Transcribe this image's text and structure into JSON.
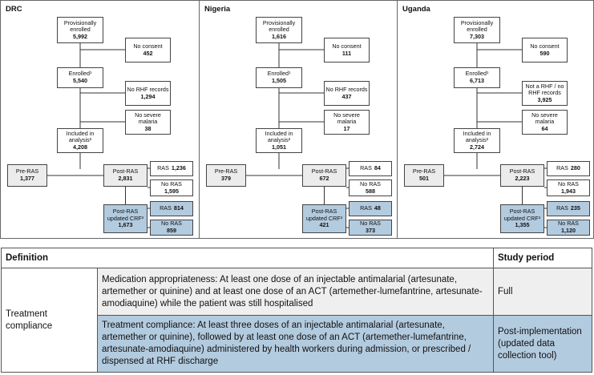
{
  "countries": [
    {
      "name": "DRC",
      "provisionally_enrolled": {
        "label": "Provisionally enrolled",
        "value": "5,992"
      },
      "no_consent": {
        "label": "No consent",
        "value": "452"
      },
      "enrolled": {
        "label": "Enrolled¹",
        "value": "5,540"
      },
      "no_rhf": {
        "label": "No RHF records",
        "value": "1,294"
      },
      "no_severe": {
        "label": "No severe malaria",
        "value": "38"
      },
      "included": {
        "label": "Included in analysis²",
        "value": "4,208"
      },
      "pre_ras": {
        "label": "Pre-RAS",
        "value": "1,377"
      },
      "post_ras": {
        "label": "Post-RAS",
        "value": "2,831"
      },
      "ras": {
        "label": "RAS",
        "value": "1,236"
      },
      "no_ras": {
        "label": "No RAS",
        "value": "1,595"
      },
      "updated": {
        "label": "Post-RAS updated CRF³",
        "value": "1,673"
      },
      "upd_ras": {
        "label": "RAS",
        "value": "814"
      },
      "upd_no_ras": {
        "label": "No RAS",
        "value": "859"
      }
    },
    {
      "name": "Nigeria",
      "provisionally_enrolled": {
        "label": "Provisionally enrolled",
        "value": "1,616"
      },
      "no_consent": {
        "label": "No consent",
        "value": "111"
      },
      "enrolled": {
        "label": "Enrolled¹",
        "value": "1,505"
      },
      "no_rhf": {
        "label": "No RHF records",
        "value": "437"
      },
      "no_severe": {
        "label": "No severe malaria",
        "value": "17"
      },
      "included": {
        "label": "Included in analysis²",
        "value": "1,051"
      },
      "pre_ras": {
        "label": "Pre-RAS",
        "value": "379"
      },
      "post_ras": {
        "label": "Post-RAS",
        "value": "672"
      },
      "ras": {
        "label": "RAS",
        "value": "84"
      },
      "no_ras": {
        "label": "No RAS",
        "value": "588"
      },
      "updated": {
        "label": "Post-RAS updated CRF³",
        "value": "421"
      },
      "upd_ras": {
        "label": "RAS",
        "value": "48"
      },
      "upd_no_ras": {
        "label": "No RAS",
        "value": "373"
      }
    },
    {
      "name": "Uganda",
      "provisionally_enrolled": {
        "label": "Provisionally enrolled",
        "value": "7,303"
      },
      "no_consent": {
        "label": "No consent",
        "value": "590"
      },
      "enrolled": {
        "label": "Enrolled¹",
        "value": "6,713"
      },
      "no_rhf": {
        "label": "Not a RHF / no RHF records",
        "value": "3,925"
      },
      "no_severe": {
        "label": "No severe malaria",
        "value": "64"
      },
      "included": {
        "label": "Included in analysis²",
        "value": "2,724"
      },
      "pre_ras": {
        "label": "Pre-RAS",
        "value": "501"
      },
      "post_ras": {
        "label": "Post-RAS",
        "value": "2,223"
      },
      "ras": {
        "label": "RAS",
        "value": "280"
      },
      "no_ras": {
        "label": "No RAS",
        "value": "1,943"
      },
      "updated": {
        "label": "Post-RAS updated CRF³",
        "value": "1,355"
      },
      "upd_ras": {
        "label": "RAS",
        "value": "235"
      },
      "upd_no_ras": {
        "label": "No RAS",
        "value": "1,120"
      }
    }
  ],
  "table": {
    "header": {
      "definition": "Definition",
      "study_period": "Study period"
    },
    "row_label": "Treatment compliance",
    "rows": [
      {
        "definition": "Medication appropriateness: At least one dose of an injectable antimalarial (artesunate, artemether or quinine) and at least one dose of an ACT (artemether-lumefantrine, artesunate-amodiaquine) while the patient was still hospitalised",
        "period": "Full"
      },
      {
        "definition": "Treatment compliance: At least three doses of an injectable antimalarial (artesunate, artemether or quinine), followed by at least one dose of an ACT (artemether-lumefantrine, artesunate-amodiaquine) administered by health workers during admission, or prescribed / dispensed at RHF discharge",
        "period": "Post-implementation (updated data collection tool)"
      }
    ]
  }
}
